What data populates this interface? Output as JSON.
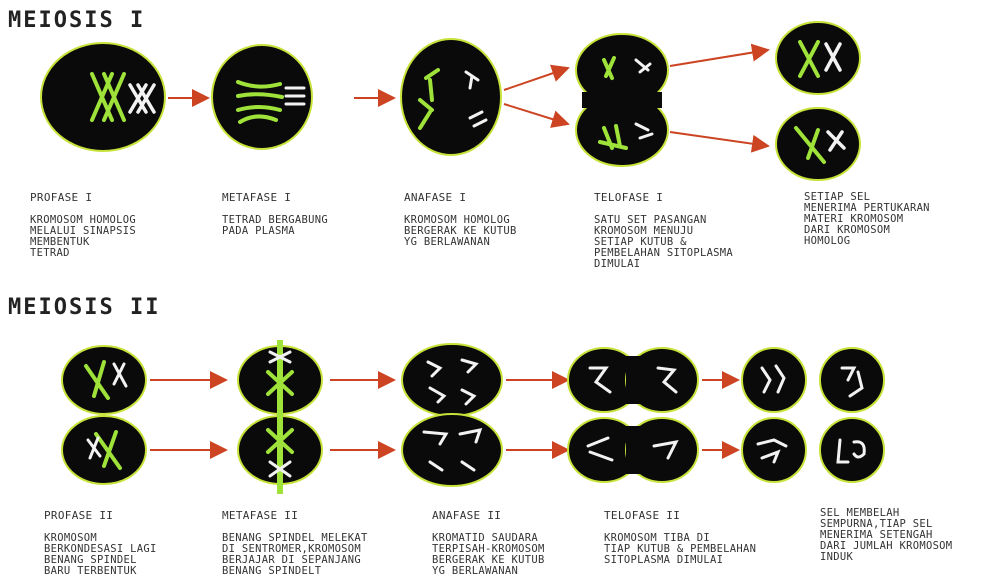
{
  "meiosis1": {
    "title": "MEIOSIS I",
    "stages": [
      {
        "name": "PROFASE I",
        "desc": "KROMOSOM HOMOLOG\nMELALUI SINAPSIS\nMEMBENTUK\nTETRAD"
      },
      {
        "name": "METAFASE I",
        "desc": "TETRAD BERGABUNG\nPADA PLASMA"
      },
      {
        "name": "ANAFASE I",
        "desc": "KROMOSOM HOMOLOG\nBERGERAK KE KUTUB\nYG BERLAWANAN"
      },
      {
        "name": "TELOFASE I",
        "desc": "SATU SET PASANGAN\nKROMOSOM MENUJU\nSETIAP KUTUB &\nPEMBELAHAN SITOPLASMA\nDIMULAI"
      },
      {
        "name": "",
        "desc": "SETIAP SEL\nMENERIMA PERTUKARAN\nMATERI KROMOSOM\nDARI KROMOSOM\nHOMOLOG"
      }
    ]
  },
  "meiosis2": {
    "title": "MEIOSIS II",
    "stages": [
      {
        "name": "PROFASE II",
        "desc": "KROMOSOM\nBERKONDESASI LAGI\nBENANG SPINDEL\nBARU TERBENTUK"
      },
      {
        "name": "METAFASE II",
        "desc": "BENANG SPINDEL MELEKAT\nDI SENTROMER,KROMOSOM\nBERJAJAR DI SEPANJANG\nBENANG SPINDELT"
      },
      {
        "name": "ANAFASE II",
        "desc": "KROMATID SAUDARA\nTERPISAH-KROMOSOM\nBERGERAK KE KUTUB\nYG BERLAWANAN"
      },
      {
        "name": "TELOFASE II",
        "desc": "KROMOSOM TIBA DI\nTIAP KUTUB & PEMBELAHAN\nSITOPLASMA DIMULAI"
      },
      {
        "name": "",
        "desc": "SEL MEMBELAH\nSEMPURNA,TIAP SEL\nMENERIMA SETENGAH\nDARI JUMLAH KROMOSOM\nINDUK"
      }
    ]
  },
  "colors": {
    "cell_fill": "#0a0a0a",
    "cell_border": "#c8e23a",
    "chromosome_green": "#9ee23a",
    "chromosome_white": "#f2f2f2",
    "arrow": "#cc4422"
  }
}
